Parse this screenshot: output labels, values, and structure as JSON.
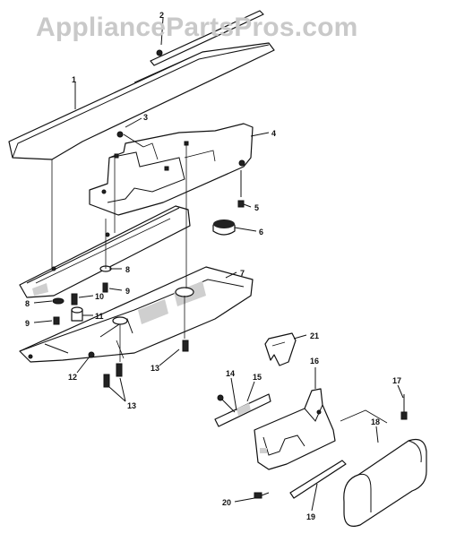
{
  "watermark": "AppliancePartsPros.com",
  "diagram": {
    "callouts": [
      {
        "id": "c1",
        "text": "1"
      },
      {
        "id": "c2",
        "text": "2"
      },
      {
        "id": "c3",
        "text": "3"
      },
      {
        "id": "c4",
        "text": "4"
      },
      {
        "id": "c5",
        "text": "5"
      },
      {
        "id": "c6",
        "text": "6"
      },
      {
        "id": "c7",
        "text": "7"
      },
      {
        "id": "c8a",
        "text": "8"
      },
      {
        "id": "c8b",
        "text": "8"
      },
      {
        "id": "c9a",
        "text": "9"
      },
      {
        "id": "c9b",
        "text": "9"
      },
      {
        "id": "c10",
        "text": "10"
      },
      {
        "id": "c11",
        "text": "11"
      },
      {
        "id": "c12",
        "text": "12"
      },
      {
        "id": "c13a",
        "text": "13"
      },
      {
        "id": "c13b",
        "text": "13"
      },
      {
        "id": "c14",
        "text": "14"
      },
      {
        "id": "c15",
        "text": "15"
      },
      {
        "id": "c16",
        "text": "16"
      },
      {
        "id": "c17",
        "text": "17"
      },
      {
        "id": "c18",
        "text": "18"
      },
      {
        "id": "c19",
        "text": "19"
      },
      {
        "id": "c20",
        "text": "20"
      },
      {
        "id": "c21",
        "text": "21"
      }
    ]
  }
}
